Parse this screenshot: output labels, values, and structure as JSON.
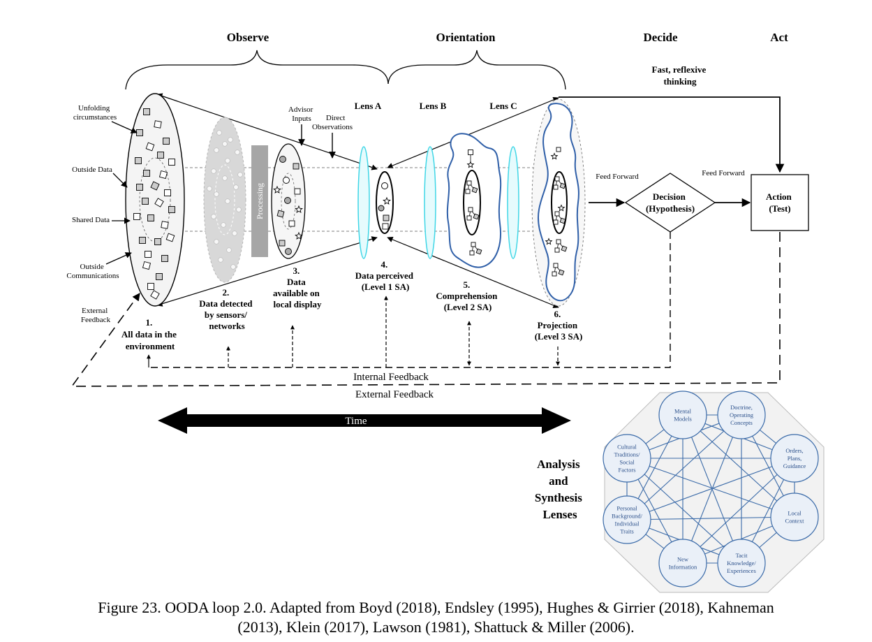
{
  "phases": {
    "observe": "Observe",
    "orientation": "Orientation",
    "decide": "Decide",
    "act": "Act"
  },
  "fast_thinking": [
    "Fast, reflexive",
    "thinking"
  ],
  "inputs": {
    "unfolding": [
      "Unfolding",
      "circumstances"
    ],
    "outside_data": "Outside Data",
    "shared_data": "Shared Data",
    "outside_comms": [
      "Outside",
      "Communications"
    ],
    "external_feedback": [
      "External",
      "Feedback"
    ]
  },
  "advisor_inputs": [
    "Advisor",
    "Inputs"
  ],
  "direct_observations": [
    "Direct",
    "Observations"
  ],
  "processing": "Processing",
  "lenses": {
    "a": "Lens A",
    "b": "Lens B",
    "c": "Lens C"
  },
  "stages": {
    "s1": [
      "1.",
      "All data in the",
      "environment"
    ],
    "s2": [
      "2.",
      "Data detected",
      "by sensors/",
      "networks"
    ],
    "s3": [
      "3.",
      "Data",
      "available on",
      "local display"
    ],
    "s4": [
      "4.",
      "Data perceived",
      "(Level 1 SA)"
    ],
    "s5": [
      "5.",
      "Comprehension",
      "(Level 2 SA)"
    ],
    "s6": [
      "6.",
      "Projection",
      "(Level 3 SA)"
    ]
  },
  "feed_forward_1": "Feed Forward",
  "feed_forward_2": "Feed Forward",
  "decision": [
    "Decision",
    "(Hypothesis)"
  ],
  "action": [
    "Action",
    "(Test)"
  ],
  "internal_feedback": "Internal Feedback",
  "external_feedback_label": "External Feedback",
  "time": "Time",
  "analysis_lenses": [
    "Analysis",
    "and",
    "Synthesis",
    "Lenses"
  ],
  "lens_nodes": [
    [
      "Mental",
      "Models"
    ],
    [
      "Doctrine,",
      "Operating",
      "Concepts"
    ],
    [
      "Orders,",
      "Plans,",
      "Guidance"
    ],
    [
      "Local",
      "Context"
    ],
    [
      "Tacit",
      "Knowledge/",
      "Experiences"
    ],
    [
      "New",
      "Information"
    ],
    [
      "Personal",
      "Background/",
      "Individual",
      "Traits"
    ],
    [
      "Cultural",
      "Traditions/",
      "Social",
      "Factors"
    ]
  ],
  "caption": [
    "Figure 23.    OODA loop 2.0. Adapted from Boyd (2018), Endsley (1995), Hughes & Girrier (2018), Kahneman",
    "(2013), Klein (2017), Lawson (1981), Shattuck & Miller (2006)."
  ],
  "colors": {
    "lens": "#3fd6e6",
    "blob": "#2f5fa8",
    "network": "#3a6aa8",
    "node_fill": "#eaf0f8"
  }
}
